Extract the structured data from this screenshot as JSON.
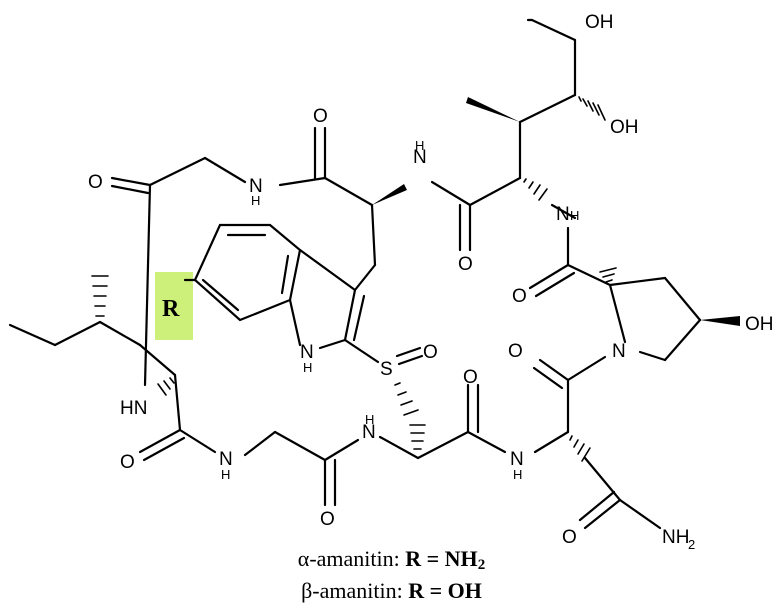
{
  "structure": {
    "atoms": {
      "oh_top": "OH",
      "oh_side": "OH",
      "oh_pyrrolidine": "OH",
      "o_1": "O",
      "o_2": "O",
      "o_3": "O",
      "o_4": "O",
      "o_5": "O",
      "o_6": "O",
      "o_7": "O",
      "o_8": "O",
      "o_9": "O",
      "o_sulfoxide": "O",
      "s_sulfoxide": "S",
      "n_pyrrolidine": "N",
      "nh_1": "N",
      "nh_2": "N",
      "nh_3": "N",
      "nh_4": "N",
      "nh_5": "N",
      "nh_6": "N",
      "nh_indole": "N",
      "nh_left": "HN",
      "nh2_amide": "NH",
      "h": "H",
      "nh2_sub": "2"
    },
    "r_group": {
      "label": "R",
      "highlight_color": "#ccf07a"
    }
  },
  "captions": {
    "alpha_name": "α-amanitin: ",
    "alpha_r": "R = NH",
    "alpha_sub": "2",
    "beta_name": "β-amanitin: ",
    "beta_r": "R = OH"
  }
}
